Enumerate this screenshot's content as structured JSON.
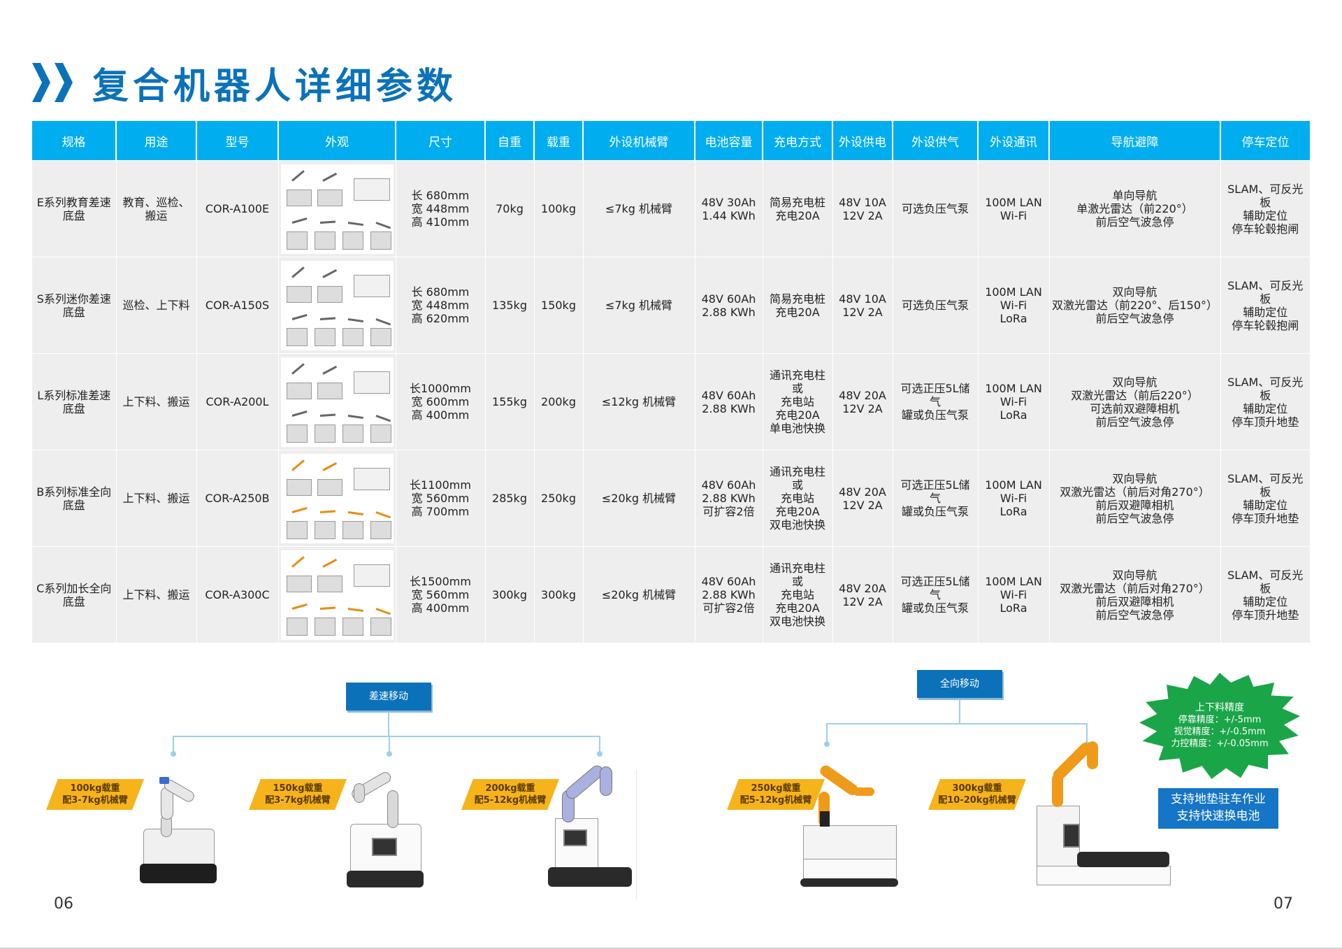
{
  "page_title": "复合机器人详细参数",
  "table": {
    "headers": [
      "规格",
      "用途",
      "型号",
      "外观",
      "尺寸",
      "自重",
      "载重",
      "外设机械臂",
      "电池容量",
      "充电方式",
      "外设供电",
      "外设供气",
      "外设通讯",
      "导航避障",
      "停车定位"
    ],
    "rows": [
      {
        "spec": "E系列教育差速底盘",
        "use": "教育、巡检、搬运",
        "model": "COR-A100E",
        "dims": "长 680mm\n宽 448mm\n高 410mm",
        "weight": "70kg",
        "load": "100kg",
        "arm": "≤7kg 机械臂",
        "battery": "48V 30Ah\n1.44 KWh",
        "charge": "简易充电桩\n充电20A",
        "power": "48V 10A\n12V 2A",
        "air": "可选负压气泵",
        "comm": "100M LAN\nWi-Fi",
        "nav": "单向导航\n单激光雷达（前220°）\n前后空气波急停",
        "park": "SLAM、可反光板\n辅助定位\n停车轮毂抱闸"
      },
      {
        "spec": "S系列迷你差速底盘",
        "use": "巡检、上下料",
        "model": "COR-A150S",
        "dims": "长 680mm\n宽 448mm\n高 620mm",
        "weight": "135kg",
        "load": "150kg",
        "arm": "≤7kg 机械臂",
        "battery": "48V 60Ah\n2.88 KWh",
        "charge": "简易充电桩\n充电20A",
        "power": "48V 10A\n12V 2A",
        "air": "可选负压气泵",
        "comm": "100M LAN\nWi-Fi\nLoRa",
        "nav": "双向导航\n双激光雷达（前220°、后150°）\n前后空气波急停",
        "park": "SLAM、可反光板\n辅助定位\n停车轮毂抱闸"
      },
      {
        "spec": "L系列标准差速底盘",
        "use": "上下料、搬运",
        "model": "COR-A200L",
        "dims": "长1000mm\n宽 600mm\n高 400mm",
        "weight": "155kg",
        "load": "200kg",
        "arm": "≤12kg 机械臂",
        "battery": "48V 60Ah\n2.88 KWh",
        "charge": "通讯充电柱或\n充电站\n充电20A\n单电池快换",
        "power": "48V 20A\n12V 2A",
        "air": "可选正压5L储气\n罐或负压气泵",
        "comm": "100M LAN\nWi-Fi\nLoRa",
        "nav": "双向导航\n双激光雷达（前后220°）\n可选前双避障相机\n前后空气波急停",
        "park": "SLAM、可反光板\n辅助定位\n停车顶升地垫"
      },
      {
        "spec": "B系列标准全向底盘",
        "use": "上下料、搬运",
        "model": "COR-A250B",
        "dims": "长1100mm\n宽 560mm\n高 700mm",
        "weight": "285kg",
        "load": "250kg",
        "arm": "≤20kg 机械臂",
        "battery": "48V 60Ah\n2.88 KWh\n可扩容2倍",
        "charge": "通讯充电柱或\n充电站\n充电20A\n双电池快换",
        "power": "48V 20A\n12V 2A",
        "air": "可选正压5L储气\n罐或负压气泵",
        "comm": "100M LAN\nWi-Fi\nLoRa",
        "nav": "双向导航\n双激光雷达（前后对角270°）\n前后双避障相机\n前后空气波急停",
        "park": "SLAM、可反光板\n辅助定位\n停车顶升地垫"
      },
      {
        "spec": "C系列加长全向底盘",
        "use": "上下料、搬运",
        "model": "COR-A300C",
        "dims": "长1500mm\n宽 560mm\n高 400mm",
        "weight": "300kg",
        "load": "300kg",
        "arm": "≤20kg 机械臂",
        "battery": "48V 60Ah\n2.88 KWh\n可扩容2倍",
        "charge": "通讯充电柱或\n充电站\n充电20A\n双电池快换",
        "power": "48V 20A\n12V 2A",
        "air": "可选正压5L储气\n罐或负压气泵",
        "comm": "100M LAN\nWi-Fi\nLoRa",
        "nav": "双向导航\n双激光雷达（前后对角270°）\n前后双避障相机\n前后空气波急停",
        "park": "SLAM、可反光板\n辅助定位\n停车顶升地垫"
      }
    ]
  },
  "diff_drive": {
    "label": "差速移动",
    "robots": [
      {
        "line1": "100kg载重",
        "line2": "配3-7kg机械臂"
      },
      {
        "line1": "150kg载重",
        "line2": "配3-7kg机械臂"
      },
      {
        "line1": "200kg载重",
        "line2": "配5-12kg机械臂"
      }
    ]
  },
  "omni_drive": {
    "label": "全向移动",
    "robots": [
      {
        "line1": "250kg载重",
        "line2": "配5-12kg机械臂"
      },
      {
        "line1": "300kg载重",
        "line2": "配10-20kg机械臂"
      }
    ]
  },
  "accuracy": {
    "title": "上下料精度",
    "lines": [
      "停靠精度：+/-5mm",
      "视觉精度：+/-0.5mm",
      "力控精度：+/-0.05mm"
    ]
  },
  "features": [
    "支持地垫驻车作业",
    "支持快速换电池"
  ],
  "page_numbers": {
    "left": "06",
    "right": "07"
  },
  "colors": {
    "header_blue": "#00aeef",
    "title_blue": "#0b72b9",
    "badge_yellow": "#f6b31a",
    "burst_green": "#1aa548",
    "arm_orange": "#f09a1a"
  }
}
